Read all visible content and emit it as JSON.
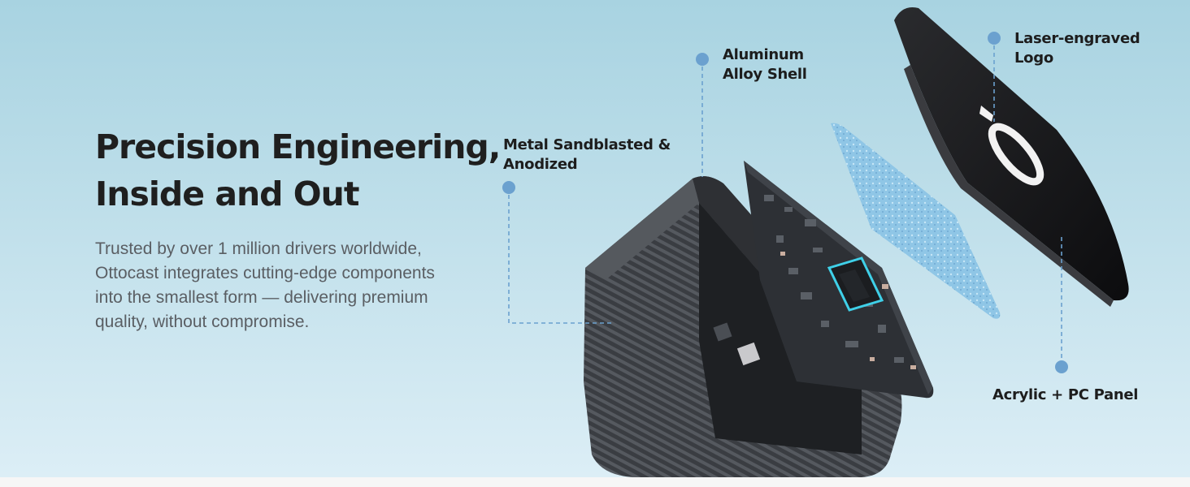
{
  "hero": {
    "headline_line1": "Precision Engineering,",
    "headline_line2": "Inside and Out",
    "body": "Trusted by over 1 million drivers worldwide, Ottocast integrates cutting-edge components into the smallest form — delivering premium quality, without compromise."
  },
  "callouts": {
    "aluminum": {
      "line1": "Aluminum",
      "line2": "Alloy Shell"
    },
    "sandblasted": {
      "line1": "Metal Sandblasted &",
      "line2": "Anodized"
    },
    "logo": {
      "line1": "Laser-engraved",
      "line2": "Logo"
    },
    "panel": {
      "line1": "Acrylic + PC Panel"
    }
  },
  "colors": {
    "accent_dot": "#6ba1cf",
    "headline": "#1f1f1f",
    "body_text": "#5a5e63",
    "background_top": "#a8d3e1",
    "chip_glow": "#3fd0e8"
  },
  "icons": {
    "product_logo": "ottocast-logo-icon"
  }
}
